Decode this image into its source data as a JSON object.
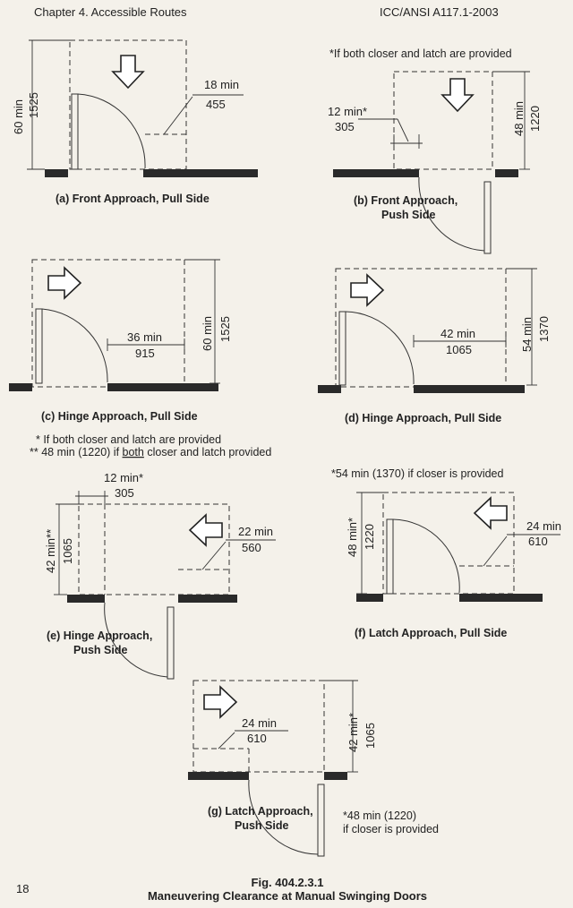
{
  "header": {
    "chapter": "Chapter 4. Accessible Routes",
    "standard": "ICC/ANSI A117.1-2003"
  },
  "a": {
    "caption": "(a) Front Approach, Pull Side",
    "depth_in": "60 min",
    "depth_mm": "1525",
    "latch_in": "18 min",
    "latch_mm": "455"
  },
  "b": {
    "note": "*If both closer and latch are provided",
    "caption_line1": "(b) Front Approach,",
    "caption_line2": "Push Side",
    "latch_in": "12 min*",
    "latch_mm": "305",
    "depth_in": "48 min",
    "depth_mm": "1220"
  },
  "c": {
    "caption": "(c) Hinge Approach, Pull Side",
    "width_in": "36 min",
    "width_mm": "915",
    "depth_in": "60 min",
    "depth_mm": "1525"
  },
  "d": {
    "caption": "(d) Hinge Approach, Pull Side",
    "width_in": "42 min",
    "width_mm": "1065",
    "depth_in": "54 min",
    "depth_mm": "1370"
  },
  "e": {
    "note1": "*  If both closer and latch are provided",
    "note2_prefix": "** 48 min (1220) if ",
    "note2_underlined": "both",
    "note2_suffix": " closer and latch provided",
    "caption_line1": "(e) Hinge Approach,",
    "caption_line2": "Push Side",
    "hinge_in": "12 min*",
    "hinge_mm": "305",
    "depth_in": "42 min**",
    "depth_mm": "1065",
    "latch_in": "22 min",
    "latch_mm": "560"
  },
  "f": {
    "note": "*54 min (1370) if closer is provided",
    "caption": "(f) Latch Approach, Pull Side",
    "depth_in": "48 min*",
    "depth_mm": "1220",
    "latch_in": "24 min",
    "latch_mm": "610"
  },
  "g": {
    "caption_line1": "(g) Latch Approach,",
    "caption_line2": "Push Side",
    "latch_in": "24 min",
    "latch_mm": "610",
    "depth_in": "42 min*",
    "depth_mm": "1065",
    "note_line1": "*48 min (1220)",
    "note_line2": "if closer is provided"
  },
  "footer": {
    "page_number": "18",
    "figure_number": "Fig. 404.2.3.1",
    "figure_title": "Maneuvering Clearance at Manual Swinging Doors"
  }
}
